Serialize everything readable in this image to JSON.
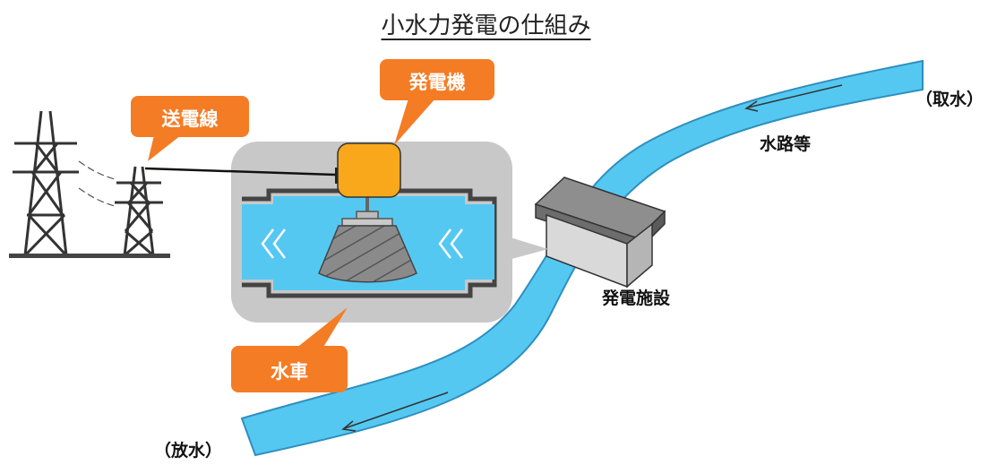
{
  "title": "小水力発電の仕組み",
  "labels": {
    "intake": "（取水）",
    "waterway": "水路等",
    "facility": "発電施設",
    "discharge": "（放水）"
  },
  "callouts": {
    "generator": "発電機",
    "transmission_line": "送電線",
    "water_wheel": "水車"
  },
  "colors": {
    "water": "#55c8f2",
    "callout": "#f47c25",
    "generator": "#f9a81b",
    "panel": "#c8c8c8"
  }
}
